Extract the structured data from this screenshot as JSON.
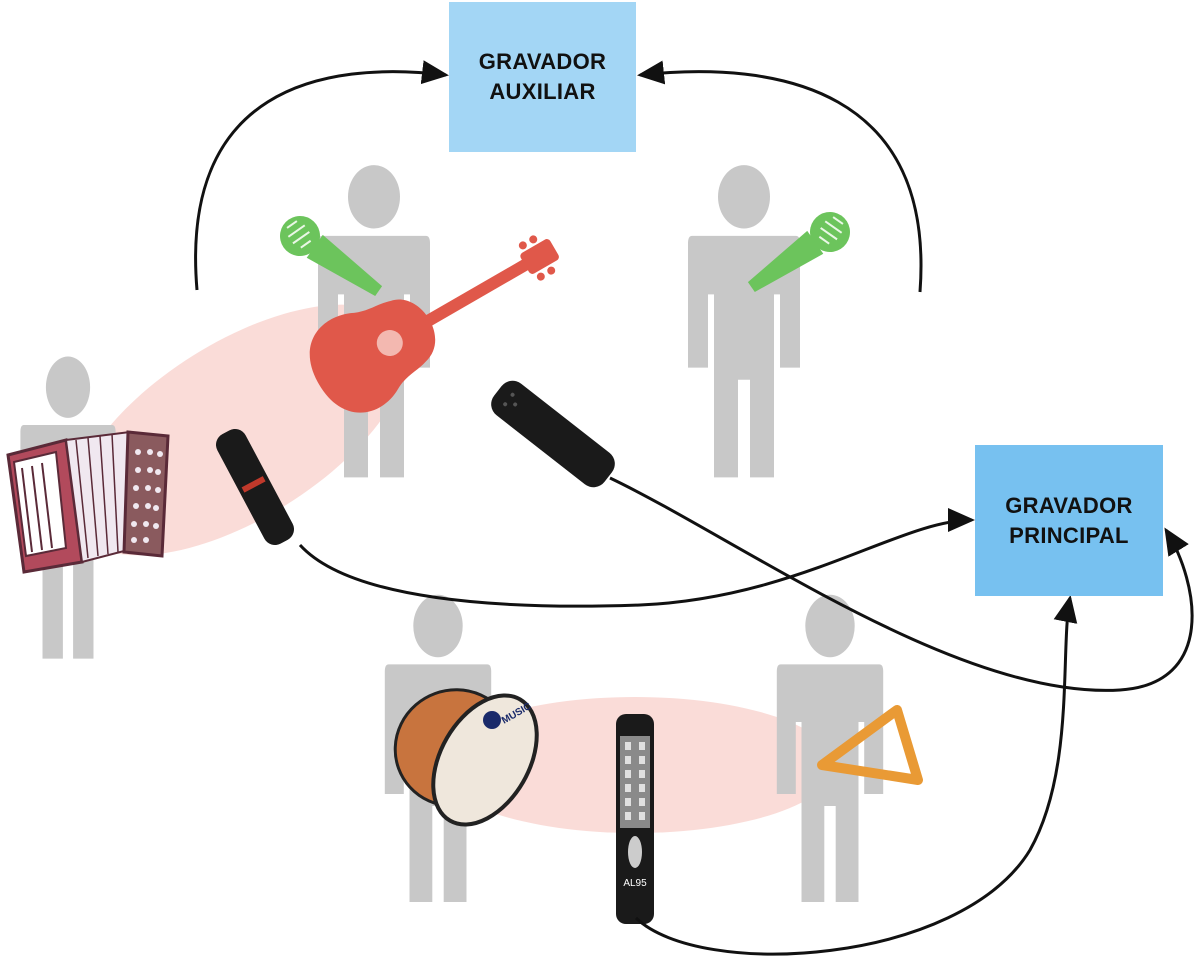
{
  "recorders": {
    "auxiliary": {
      "line1": "GRAVADOR",
      "line2": "AUXILIAR"
    },
    "main": {
      "line1": "GRAVADOR",
      "line2": "PRINCIPAL"
    }
  },
  "labels": {
    "drum_brand": "MUSIC",
    "mic_model": "AL95"
  },
  "colors": {
    "auxiliary_box": "#a3d6f5",
    "main_box": "#77c1f0",
    "person": "#c8c8c8",
    "vocal_mic": "#6cc45c",
    "guitar": "#e0584a",
    "triangle": "#e99a35",
    "sound_zone": "#f9d8d4",
    "cable": "#111111"
  },
  "icons": [
    "person-icon",
    "accordion-icon",
    "guitar-icon",
    "vocal-mic-icon",
    "shotgun-mic-icon",
    "drum-icon",
    "triangle-icon",
    "ribbon-mic-icon"
  ]
}
